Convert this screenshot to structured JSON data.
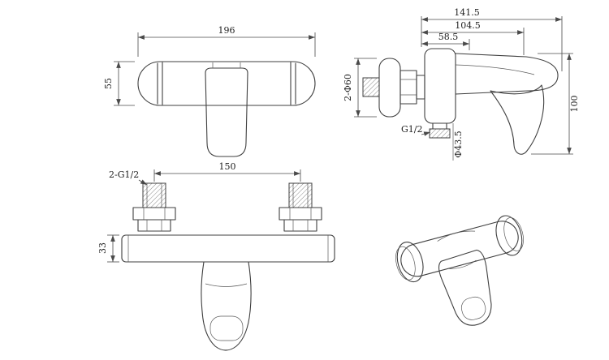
{
  "colors": {
    "line": "#3f3f3f",
    "dimension": "#4a4a4a",
    "text": "#1e1e1e",
    "background": "#ffffff"
  },
  "front": {
    "width": "196",
    "height": "55"
  },
  "side": {
    "overall_depth": "141.5",
    "handle_depth": "104.5",
    "body_depth": "58.5",
    "escutcheon_dia": "2-Φ60",
    "outlet_thread": "G1/2",
    "connector_dia": "Φ43.5",
    "handle_height": "100"
  },
  "bottom": {
    "inlet_spacing": "150",
    "inlet_thread": "2-G1/2",
    "body_height": "33"
  }
}
